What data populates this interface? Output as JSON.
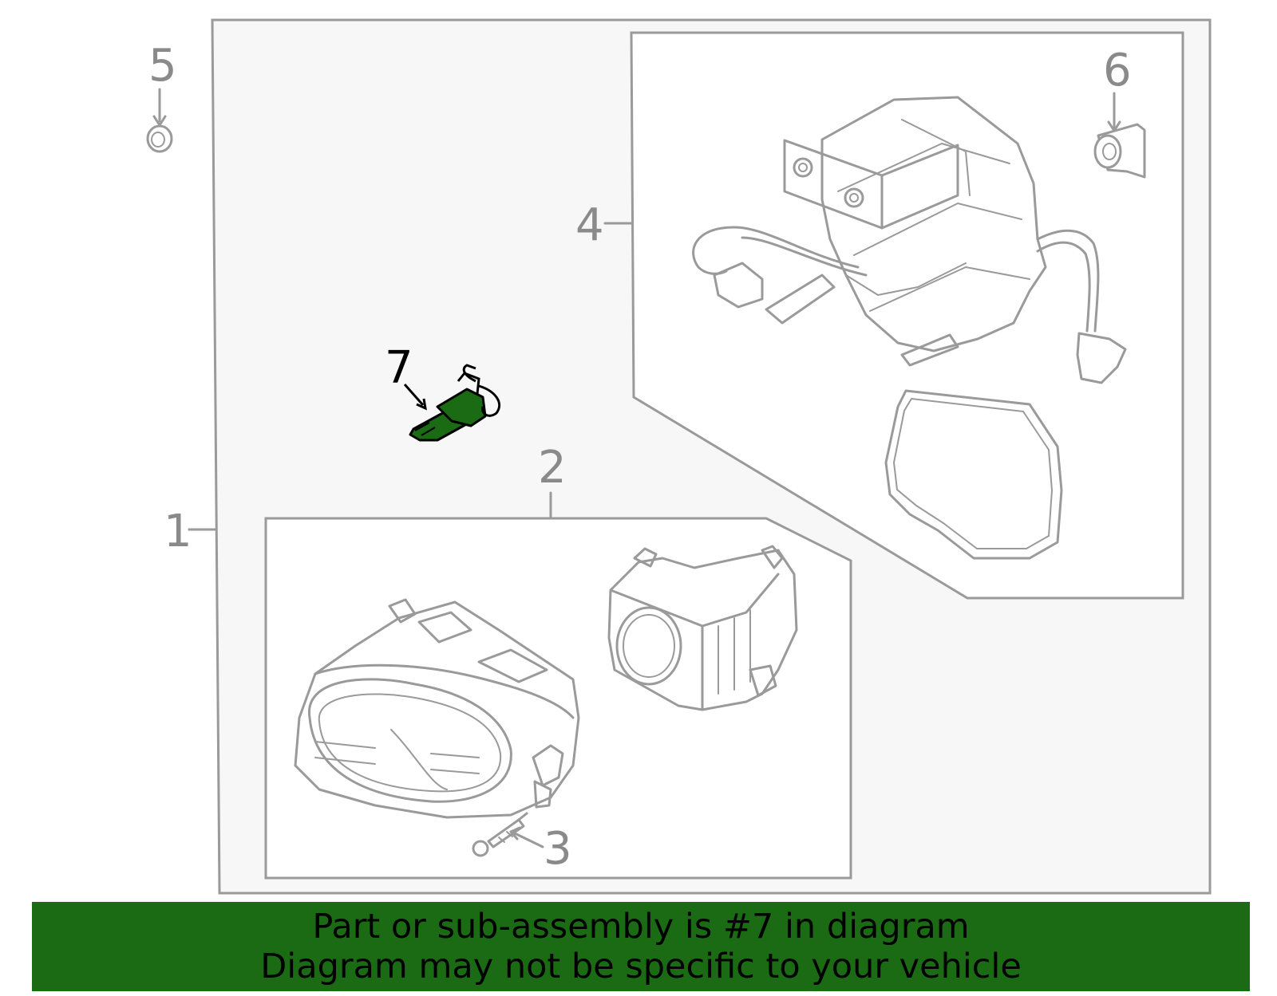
{
  "callouts": {
    "c1": "1",
    "c2": "2",
    "c3": "3",
    "c4": "4",
    "c5": "5",
    "c6": "6",
    "c7": "7"
  },
  "highlighted_part": "7",
  "colors": {
    "highlight_fill": "#1a6b14",
    "line_gray": "#9a9a9a",
    "panel_bg": "#f7f7f7",
    "banner_bg": "#1a6b14"
  },
  "banner": {
    "line1": "Part or sub-assembly is #7 in diagram",
    "line2": "Diagram may not be specific to your vehicle"
  }
}
